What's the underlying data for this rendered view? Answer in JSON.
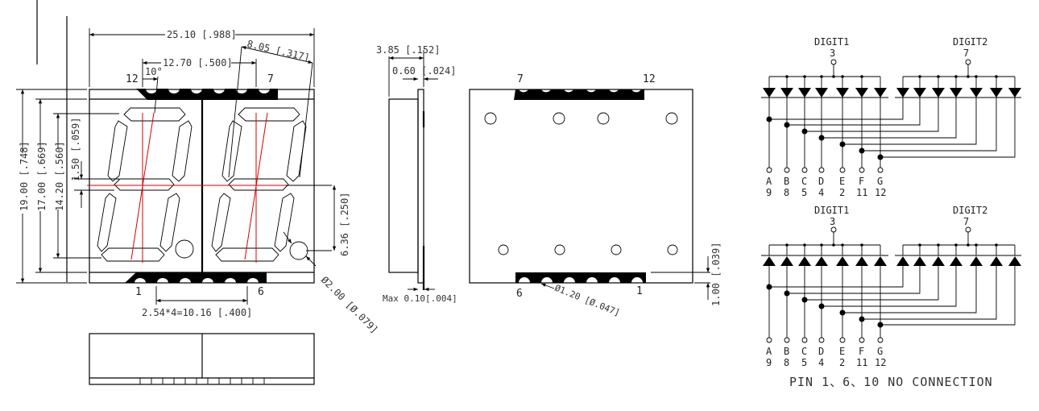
{
  "front_view": {
    "width_dim": "25.10 [.988]",
    "digit_pitch_dim": "12.70 [.500]",
    "slant_dim": "8.05 [.317]",
    "slant_angle": "10°",
    "top_left_pin": "12",
    "top_right_pin": "7",
    "bottom_left_pin": "1",
    "bottom_right_pin": "6",
    "height_19": "19.00 [.748]",
    "height_17": "17.00 [.669]",
    "height_14": "14.20 [.560]",
    "seg_gap": "1.50 [.059]",
    "half_height": "6.36 [.250]",
    "pin_pitch_dim": "2.54*4=10.16 [.400]",
    "dp_dia": "Ø2.00 [Ø.079]"
  },
  "side_view": {
    "depth_dim": "3.85 [.152]",
    "board_dim": "0.60 [.024]",
    "max_dim": "Max 0.10[.004]"
  },
  "back_view": {
    "top_left_pin": "7",
    "top_right_pin": "12",
    "bottom_left_pin": "6",
    "bottom_right_pin": "1",
    "hole_dia": "Ø1.20 [Ø.047]",
    "pad_dim": "1.00 [.039]"
  },
  "schematics": [
    {
      "type": "common-anode",
      "digit1_label": "DIGIT1",
      "digit1_pin": "3",
      "digit2_label": "DIGIT2",
      "digit2_pin": "7",
      "segments": [
        "A",
        "B",
        "C",
        "D",
        "E",
        "F",
        "G"
      ],
      "pins": [
        "9",
        "8",
        "5",
        "4",
        "2",
        "11",
        "12"
      ]
    },
    {
      "type": "common-cathode",
      "digit1_label": "DIGIT1",
      "digit1_pin": "3",
      "digit2_label": "DIGIT2",
      "digit2_pin": "7",
      "segments": [
        "A",
        "B",
        "C",
        "D",
        "E",
        "F",
        "G"
      ],
      "pins": [
        "9",
        "8",
        "5",
        "4",
        "2",
        "11",
        "12"
      ]
    }
  ],
  "note": "PIN 1、6、10 NO CONNECTION"
}
